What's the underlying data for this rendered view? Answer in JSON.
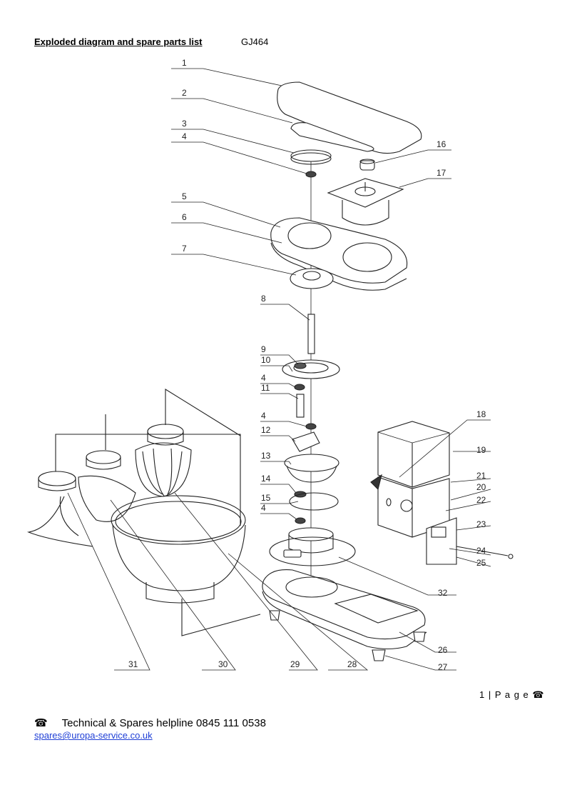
{
  "header": {
    "title": "Exploded diagram and spare parts list",
    "model": "GJ464"
  },
  "diagram": {
    "part_numbers": [
      "1",
      "2",
      "3",
      "4",
      "5",
      "6",
      "7",
      "8",
      "9",
      "10",
      "4",
      "11",
      "4",
      "12",
      "13",
      "14",
      "15",
      "4",
      "16",
      "17",
      "18",
      "19",
      "21",
      "20",
      "22",
      "23",
      "24",
      "25",
      "32",
      "26",
      "27",
      "31",
      "30",
      "29",
      "28"
    ]
  },
  "footer": {
    "page_label": "1 | P a g e",
    "phone_icon": "telephone-icon",
    "helpline": "Technical & Spares helpline 0845 111 0538",
    "email": "spares@uropa-service.co.uk"
  }
}
